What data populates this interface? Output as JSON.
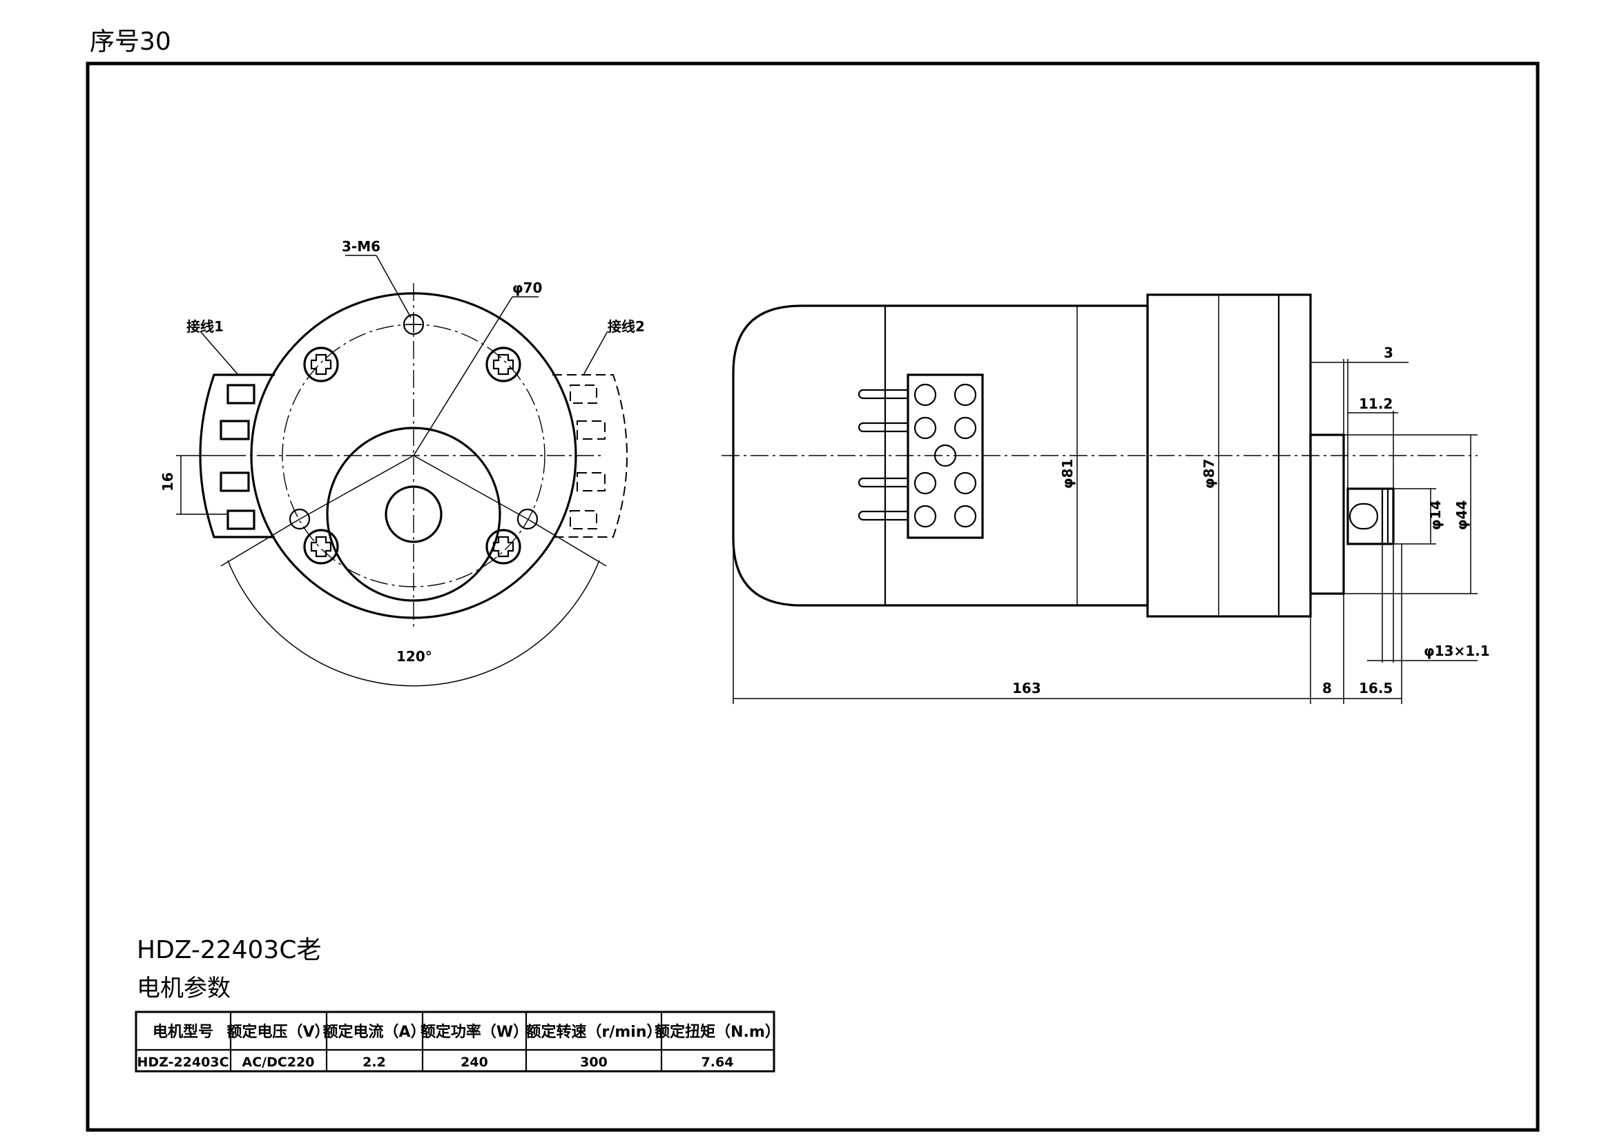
{
  "sheet_label": "序号30",
  "front_view": {
    "label_holes": "3-M6",
    "label_bolt_circle": "φ70",
    "label_terminal_1": "接线1",
    "label_terminal_2": "接线2",
    "dim_spacing": "16",
    "dim_angle": "120°"
  },
  "side_view": {
    "dim_body_dia": "φ81",
    "dim_flange_dia": "φ87",
    "dim_shoulder": "3",
    "dim_key": "11.2",
    "dim_shaft": "φ14",
    "dim_boss": "φ44",
    "dim_groove": "φ13×1.1",
    "dim_length": "163",
    "dim_boss_len": "8",
    "dim_shaft_len": "16.5"
  },
  "model_title": "HDZ-22403C老",
  "params_title": "电机参数",
  "params_table": {
    "headers": [
      "电机型号",
      "额定电压（V）",
      "额定电流（A）",
      "额定功率（W）",
      "额定转速（r/min）",
      "额定扭矩（N.m）"
    ],
    "row": [
      "HDZ-22403C",
      "AC/DC220",
      "2.2",
      "240",
      "300",
      "7.64"
    ]
  }
}
